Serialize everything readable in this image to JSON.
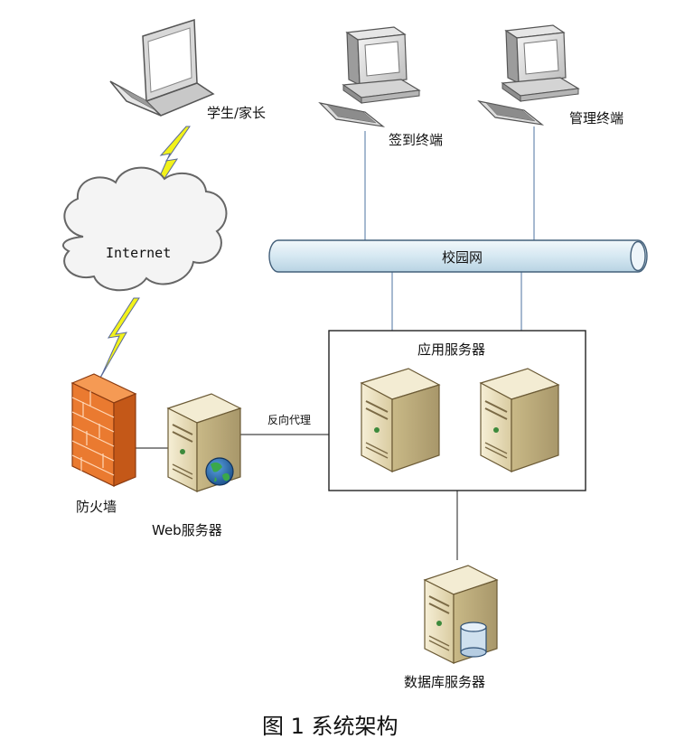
{
  "nodes": {
    "student_parent": "学生/家长",
    "internet": "Internet",
    "checkin_terminal": "签到终端",
    "admin_terminal": "管理终端",
    "campus_network": "校园网",
    "app_servers": "应用服务器",
    "firewall": "防火墙",
    "web_server": "Web服务器",
    "reverse_proxy": "反向代理",
    "db_server": "数据库服务器"
  },
  "caption": "图 1  系统架构",
  "colors": {
    "lightning": "#f2f21a",
    "pipe": "#dcebf4",
    "server_body": "#efe6c6",
    "firewall": "#e8742a",
    "line": "#6a8ab0"
  }
}
